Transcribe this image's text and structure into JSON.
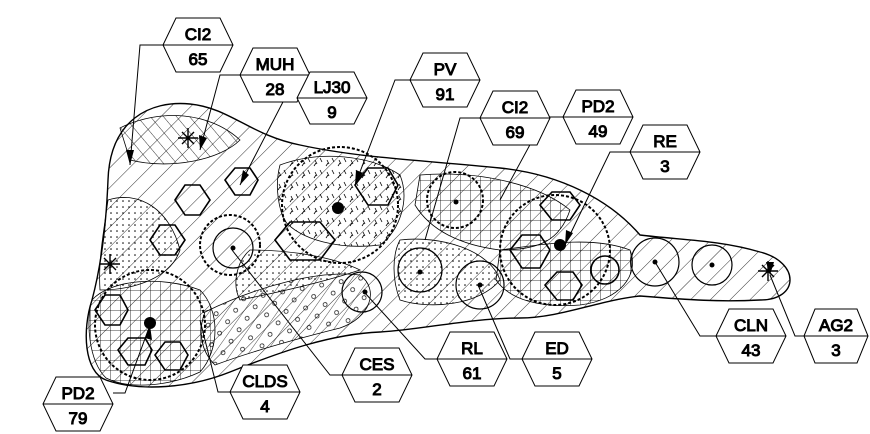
{
  "colors": {
    "ink": "#000000",
    "paper": "#ffffff"
  },
  "legend_tags": [
    {
      "id": "ci2-65",
      "code": "CI2",
      "qty": "65"
    },
    {
      "id": "muh-28",
      "code": "MUH",
      "qty": "28"
    },
    {
      "id": "lj30-9",
      "code": "LJ30",
      "qty": "9"
    },
    {
      "id": "pv-91",
      "code": "PV",
      "qty": "91"
    },
    {
      "id": "ci2-69",
      "code": "CI2",
      "qty": "69"
    },
    {
      "id": "pd2-49",
      "code": "PD2",
      "qty": "49"
    },
    {
      "id": "re-3",
      "code": "RE",
      "qty": "3"
    },
    {
      "id": "cln-43",
      "code": "CLN",
      "qty": "43"
    },
    {
      "id": "ag2-3",
      "code": "AG2",
      "qty": "3"
    },
    {
      "id": "ed-5",
      "code": "ED",
      "qty": "5"
    },
    {
      "id": "rl-61",
      "code": "RL",
      "qty": "61"
    },
    {
      "id": "ces-2",
      "code": "CES",
      "qty": "2"
    },
    {
      "id": "clds-4",
      "code": "CLDS",
      "qty": "4"
    },
    {
      "id": "pd2-79",
      "code": "PD2",
      "qty": "79"
    }
  ]
}
